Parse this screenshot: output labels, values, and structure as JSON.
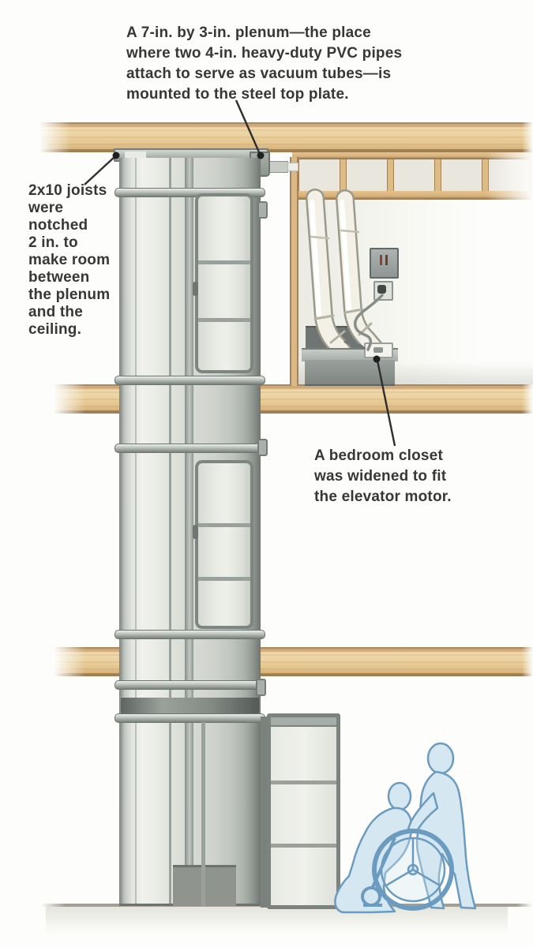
{
  "figure": {
    "subject": "Cross-section illustration of a residential pneumatic vacuum elevator",
    "background": "#fdfdfb"
  },
  "annotations": {
    "plenum_note": "A 7-in. by 3-in. plenum—the place\nwhere two 4-in. heavy-duty PVC pipes\nattach to serve as vacuum tubes—is\nmounted to the steel top plate.",
    "joists_note": "2x10 joists\nwere\nnotched\n2 in. to\nmake room\nbetween\nthe plenum\nand the\nceiling.",
    "closet_note": "A bedroom closet\nwas widened to fit\nthe elevator motor."
  },
  "palette": {
    "text": "#373737",
    "leader_line": "#2e2e2e",
    "wood_light": "#f0d9ad",
    "wood_dark": "#b08c5a",
    "metal_light": "#eff0ec",
    "metal_mid": "#c6cac4",
    "metal_dark": "#767c78",
    "pvc_pipe": "#f3f1e7",
    "silhouette_fill": "#d5e7f1",
    "silhouette_stroke": "#6b9cbf"
  },
  "parts": {
    "ceiling_band": "notched 2x10 joist ceiling",
    "floor_bands": "second and third wood floor bands",
    "soffit": "framed soffit above closet",
    "tube": "clear elevator hoistway tube",
    "top_plate": "steel top plate",
    "plenum": "7-in. by 3-in. plenum",
    "pipes": "two 4-in. PVC vacuum pipes",
    "panel_box": "electrical panel",
    "outlet": "wall outlet with plug and cord",
    "motor": "elevator motor on closet platform",
    "cab": "elevator cab at ground floor",
    "landing_door": "open landing door",
    "silhouette": "person pushing wheelchair user"
  }
}
